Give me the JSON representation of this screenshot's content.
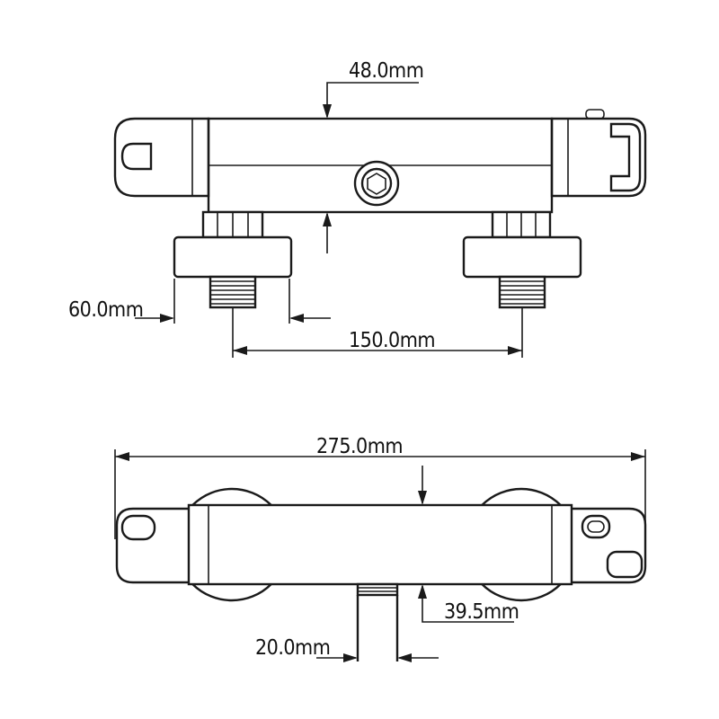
{
  "dimensions": {
    "top_width": "48.0mm",
    "top_depth": "60.0mm",
    "inlet_spacing": "150.0mm",
    "overall_length": "275.0mm",
    "body_offset": "39.5mm",
    "outlet_width": "20.0mm"
  },
  "colors": {
    "line": "#1a1a1a",
    "background": "#ffffff"
  }
}
